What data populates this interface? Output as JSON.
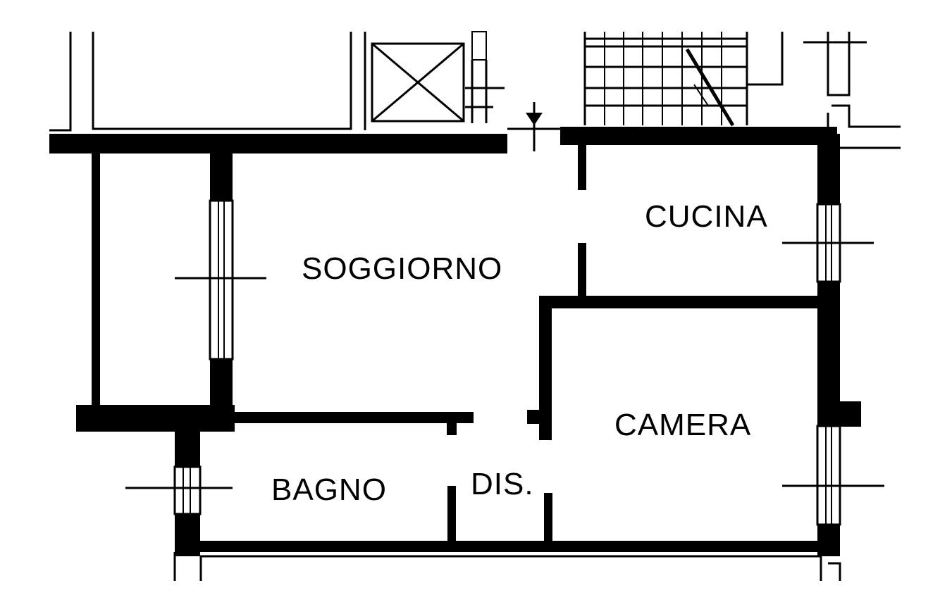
{
  "plan": {
    "rooms": {
      "soggiorno": "SOGGIORNO",
      "cucina": "CUCINA",
      "camera": "CAMERA",
      "bagno": "BAGNO",
      "disimpegno": "DIS."
    },
    "colors": {
      "wall": "#000000",
      "background": "#ffffff"
    }
  }
}
